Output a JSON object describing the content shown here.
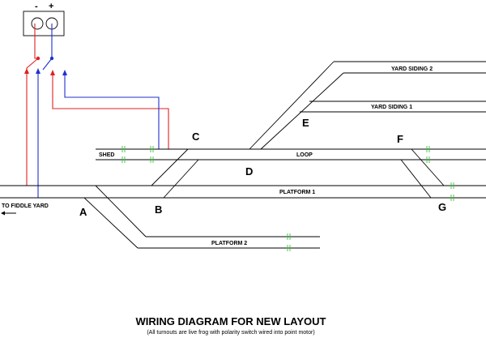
{
  "power_supply": {
    "minus_label": "-",
    "plus_label": "+"
  },
  "wire_colors": {
    "red": "#e02020",
    "blue": "#2030d0",
    "isolator": "#39c23a"
  },
  "junctions": {
    "a": "A",
    "b": "B",
    "c": "C",
    "d": "D",
    "e": "E",
    "f": "F",
    "g": "G"
  },
  "tracks": {
    "yard_siding_2": "YARD SIDING 2",
    "yard_siding_1": "YARD SIDING 1",
    "shed": "SHED",
    "loop": "LOOP",
    "platform_1": "PLATFORM 1",
    "platform_2": "PLATFORM 2",
    "fiddle_yard": "TO FIDDLE YARD"
  },
  "title": "WIRING DIAGRAM FOR NEW LAYOUT",
  "subtitle": "(All turnouts are live frog with polarity switch wired into point motor)"
}
